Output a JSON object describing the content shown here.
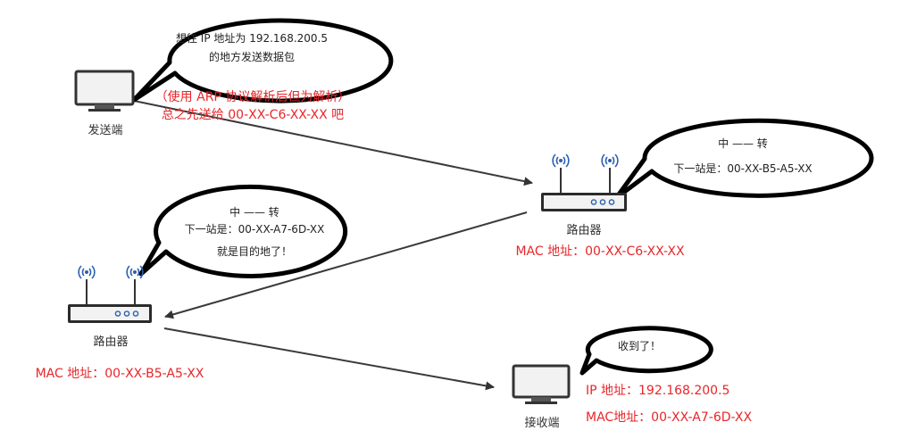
{
  "sender": {
    "label": "发送端",
    "bubble": [
      "想往 IP 地址为 192.168.200.5",
      "的地方发送数据包"
    ],
    "note": [
      "（使用 ARP 协议解析后但为解析）",
      "总之先送给 00-XX-C6-XX-XX 吧"
    ]
  },
  "router1": {
    "label": "路由器",
    "mac": "MAC 地址：00-XX-C6-XX-XX",
    "bubble": [
      "中 —— 转",
      "下一站是：00-XX-B5-A5-XX"
    ]
  },
  "router2": {
    "label": "路由器",
    "mac": "MAC 地址：00-XX-B5-A5-XX",
    "bubble": [
      "中 —— 转",
      "下一站是：00-XX-A7-6D-XX",
      "就是目的地了！"
    ]
  },
  "receiver": {
    "label": "接收端",
    "bubble": "收到了！",
    "ip": "IP 地址：192.168.200.5",
    "mac": "MAC地址：00-XX-A7-6D-XX"
  },
  "colors": {
    "accent": "#e8262a",
    "line": "#3a3a3a",
    "wifi": "#2a5fb0"
  }
}
